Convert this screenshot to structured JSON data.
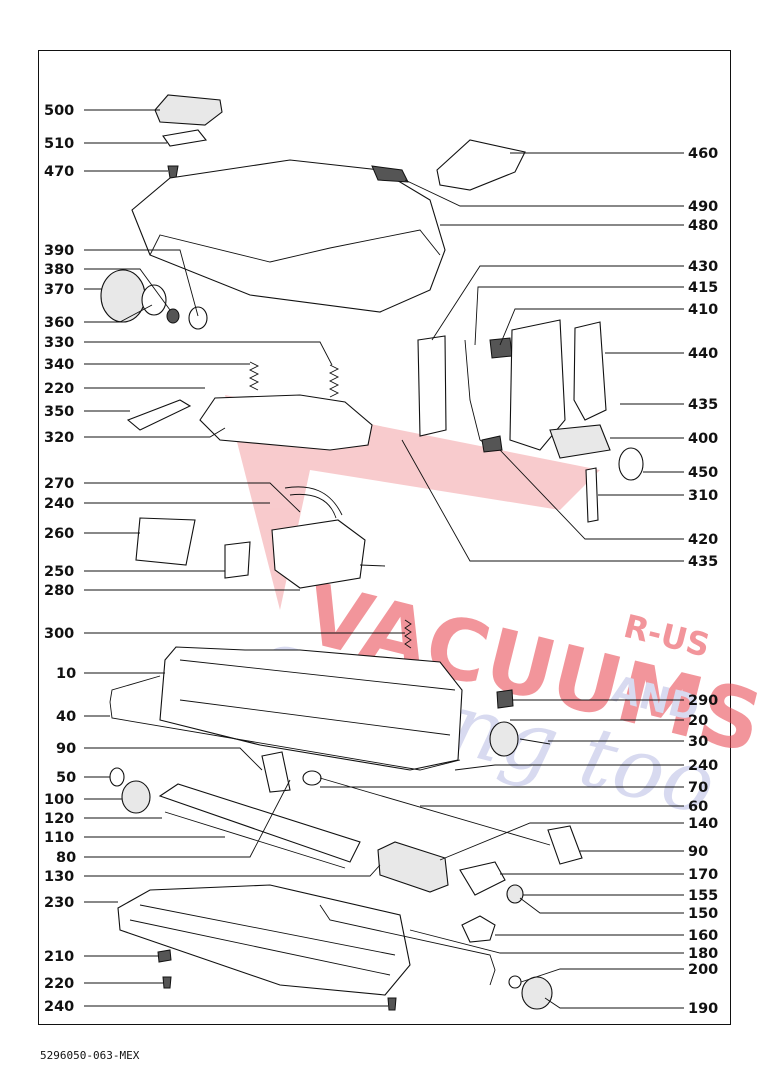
{
  "document_code": "5296050-063-MEX",
  "watermark": {
    "line1": "VACUUMS",
    "line2": "R-US",
    "line3": "AND",
    "line4": "Sewing too",
    "color": "#e8404a",
    "secondary_color": "#b9bde4"
  },
  "callouts_left": [
    {
      "id": "500"
    },
    {
      "id": "510"
    },
    {
      "id": "470"
    },
    {
      "id": "390"
    },
    {
      "id": "380"
    },
    {
      "id": "370"
    },
    {
      "id": "360"
    },
    {
      "id": "330"
    },
    {
      "id": "340"
    },
    {
      "id": "220"
    },
    {
      "id": "350"
    },
    {
      "id": "320"
    },
    {
      "id": "270"
    },
    {
      "id": "240"
    },
    {
      "id": "260"
    },
    {
      "id": "250"
    },
    {
      "id": "280"
    },
    {
      "id": "300"
    },
    {
      "id": "10"
    },
    {
      "id": "40"
    },
    {
      "id": "90"
    },
    {
      "id": "50"
    },
    {
      "id": "100"
    },
    {
      "id": "120"
    },
    {
      "id": "110"
    },
    {
      "id": "80"
    },
    {
      "id": "130"
    },
    {
      "id": "230"
    },
    {
      "id": "210"
    },
    {
      "id": "220"
    },
    {
      "id": "240"
    }
  ],
  "callouts_right": [
    {
      "id": "460"
    },
    {
      "id": "490"
    },
    {
      "id": "480"
    },
    {
      "id": "430"
    },
    {
      "id": "415"
    },
    {
      "id": "410"
    },
    {
      "id": "440"
    },
    {
      "id": "435"
    },
    {
      "id": "400"
    },
    {
      "id": "450"
    },
    {
      "id": "310"
    },
    {
      "id": "420"
    },
    {
      "id": "435"
    },
    {
      "id": "290"
    },
    {
      "id": "20"
    },
    {
      "id": "30"
    },
    {
      "id": "240"
    },
    {
      "id": "70"
    },
    {
      "id": "60"
    },
    {
      "id": "140"
    },
    {
      "id": "90"
    },
    {
      "id": "170"
    },
    {
      "id": "155"
    },
    {
      "id": "150"
    },
    {
      "id": "160"
    },
    {
      "id": "180"
    },
    {
      "id": "200"
    },
    {
      "id": "190"
    }
  ]
}
